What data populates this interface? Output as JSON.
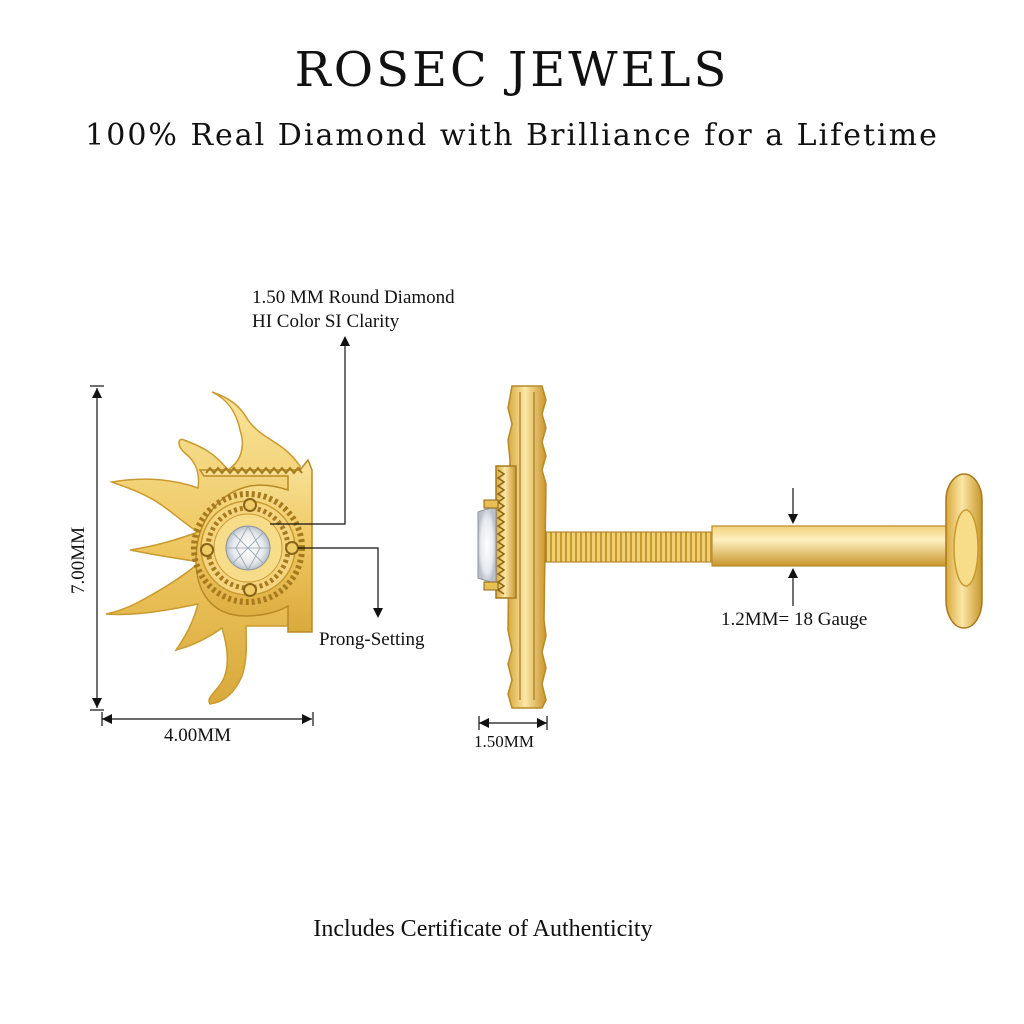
{
  "brand": "ROSEC JEWELS",
  "tagline": "100% Real Diamond with Brilliance for a Lifetime",
  "front_view": {
    "stone_label_line1": "1.50 MM Round Diamond",
    "stone_label_line2": "HI Color SI Clarity",
    "setting_label": "Prong-Setting",
    "height_label": "7.00MM",
    "width_label": "4.00MM"
  },
  "side_view": {
    "thickness_label": "1.50MM",
    "gauge_label": "1.2MM= 18 Gauge"
  },
  "footer": "Includes Certificate of Authenticity",
  "colors": {
    "gold_light": "#f7dc8a",
    "gold_mid": "#edc55c",
    "gold_dark": "#c99a2e",
    "gold_edge": "#a87a1e",
    "diamond": "#eef1f4"
  }
}
